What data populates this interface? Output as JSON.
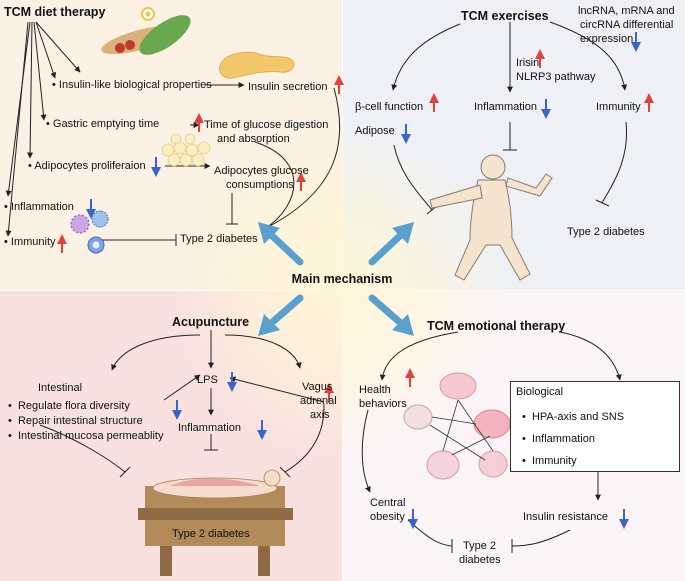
{
  "center": {
    "label": "Main mechanism"
  },
  "diet": {
    "title": "TCM diet therapy",
    "insulin_like": "Insulin-like biological properties",
    "insulin_secretion": "Insulin secretion",
    "gastric": "Gastric emptying time",
    "glucose_digestion_1": "Time of glucose digestion",
    "glucose_digestion_2": "and absorption",
    "adipocytes_prolif": "Adipocytes proliferaion",
    "adipocytes_gluc_1": "Adipocytes glucose",
    "adipocytes_gluc_2": "consumptions",
    "inflammation": "Inflammation",
    "immunity": "Immunity",
    "outcome": "Type 2 diabetes"
  },
  "exercise": {
    "title": "TCM exercises",
    "rna_1": "lncRNA, mRNA and",
    "rna_2": "circRNA differential",
    "rna_3": "expression",
    "irisin_1": "Irisin",
    "irisin_2": "NLRP3 pathway",
    "beta_cell": "β-cell function",
    "adipose": "Adipose",
    "inflammation": "Inflammation",
    "immunity": "Immunity",
    "outcome": "Type 2 diabetes"
  },
  "acupuncture": {
    "title": "Acupuncture",
    "intestinal": "Intestinal",
    "bullet_1": "Regulate flora diversity",
    "bullet_2": "Repair intestinal structure",
    "bullet_3": "Intestinal mucosa  permeablity",
    "lps": "LPS",
    "vagus_1": "Vagus",
    "vagus_2": "adrenal",
    "vagus_3": "axis",
    "inflammation": "Inflammation",
    "outcome": "Type 2 diabetes"
  },
  "emotional": {
    "title": "TCM emotional therapy",
    "health_1": "Health",
    "health_2": "behaviors",
    "biological": "Biological",
    "bio_1": "HPA-axis and SNS",
    "bio_2": "Inflammation",
    "bio_3": "Immunity",
    "central_1": "Central",
    "central_2": "obesity",
    "insulin_res": "Insulin resistance",
    "outcome_1": "Type 2",
    "outcome_2": "diabetes"
  },
  "colors": {
    "up": "#e0413a",
    "down": "#3a64c8",
    "center_arrow": "#5aa0cf"
  }
}
